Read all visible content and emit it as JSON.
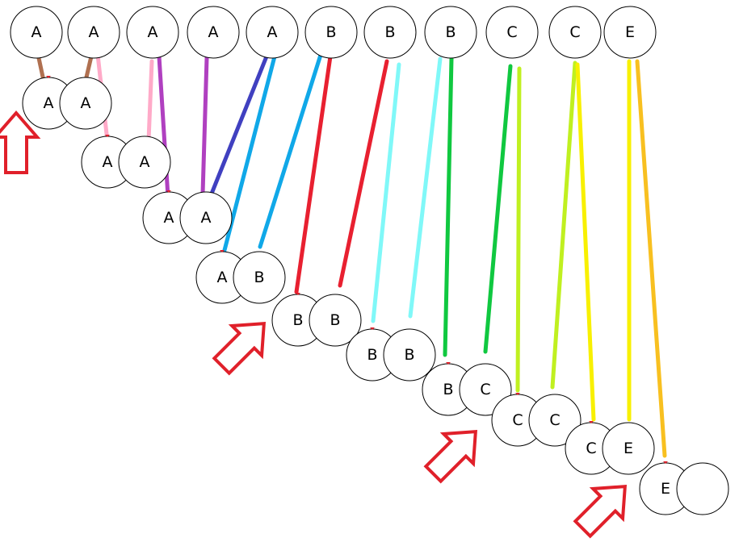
{
  "top_row": [
    "A",
    "A",
    "A",
    "A",
    "A",
    "B",
    "B",
    "B",
    "C",
    "C",
    "E"
  ],
  "pairs": [
    [
      "A",
      "A"
    ],
    [
      "A",
      "A"
    ],
    [
      "A",
      "A"
    ],
    [
      "A",
      "B"
    ],
    [
      "B",
      "B"
    ],
    [
      "B",
      "B"
    ],
    [
      "B",
      "C"
    ],
    [
      "C",
      "C"
    ],
    [
      "C",
      "E"
    ],
    [
      "E",
      ""
    ]
  ],
  "colors": {
    "brown": "#b07050",
    "pink": "#ffaac8",
    "purple": "#b040c0",
    "navy": "#4040c0",
    "blue": "#10a8e8",
    "red": "#e82030",
    "cyan": "#80f8f8",
    "green": "#10c840",
    "lime": "#c0f020",
    "yellow": "#f8f000",
    "orange": "#f8c020",
    "arrow": "#e0202a"
  }
}
